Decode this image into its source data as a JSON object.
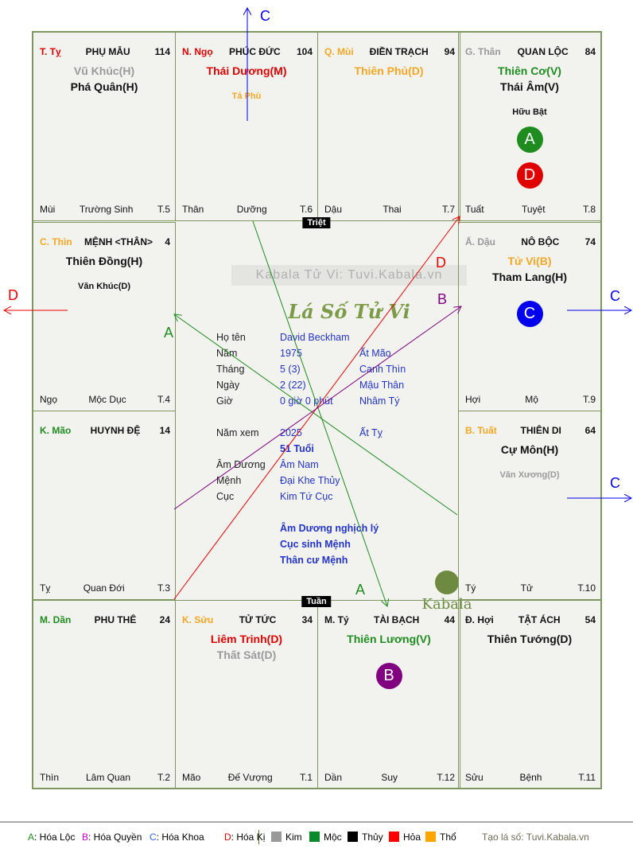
{
  "colors": {
    "red": "#e00000",
    "orange": "#f5a623",
    "green": "#1e8c1e",
    "gray": "#9a9a9a",
    "black": "#111111",
    "blue": "#0000ee",
    "purple": "#800080"
  },
  "palaces": [
    {
      "can": "T. Tỵ",
      "can_color": "red",
      "name": "PHỤ MẪU",
      "num": "114",
      "stars": [
        {
          "t": "Vũ Khúc(H)",
          "c": "gray"
        },
        {
          "t": "Phá Quân(H)",
          "c": "black"
        }
      ],
      "minor": [],
      "badges": [],
      "bottom": [
        "Mùi",
        "Trường Sinh",
        "T.5"
      ]
    },
    {
      "can": "N. Ngọ",
      "can_color": "red",
      "name": "PHÚC ĐỨC",
      "num": "104",
      "stars": [
        {
          "t": "Thái Dương(M)",
          "c": "red"
        }
      ],
      "minor": [
        {
          "t": "Tả Phù",
          "c": "orange"
        }
      ],
      "badges": [],
      "bottom": [
        "Thân",
        "Dưỡng",
        "T.6"
      ]
    },
    {
      "can": "Q. Mùi",
      "can_color": "orange",
      "name": "ĐIỀN TRẠCH",
      "num": "94",
      "stars": [
        {
          "t": "Thiên Phủ(D)",
          "c": "orange"
        }
      ],
      "minor": [],
      "badges": [],
      "bottom": [
        "Dậu",
        "Thai",
        "T.7"
      ]
    },
    {
      "can": "G. Thân",
      "can_color": "gray",
      "name": "QUAN LỘC",
      "num": "84",
      "stars": [
        {
          "t": "Thiên Cơ(V)",
          "c": "green"
        },
        {
          "t": "Thái Âm(V)",
          "c": "black"
        }
      ],
      "minor": [
        {
          "t": "Hữu Bật",
          "c": "black"
        }
      ],
      "badges": [
        {
          "t": "A",
          "c": "green"
        },
        {
          "t": "D",
          "c": "red"
        }
      ],
      "bottom": [
        "Tuất",
        "Tuyệt",
        "T.8"
      ]
    },
    {
      "can": "Ấ. Dậu",
      "can_color": "gray",
      "name": "NÔ BỘC",
      "num": "74",
      "stars": [
        {
          "t": "Tử Vi(B)",
          "c": "orange"
        },
        {
          "t": "Tham Lang(H)",
          "c": "black"
        }
      ],
      "minor": [],
      "badges": [
        {
          "t": "C",
          "c": "blue"
        }
      ],
      "bottom": [
        "Hợi",
        "Mộ",
        "T.9"
      ]
    },
    {
      "can": "B. Tuất",
      "can_color": "orange",
      "name": "THIÊN DI",
      "num": "64",
      "stars": [
        {
          "t": "Cự Môn(H)",
          "c": "black"
        }
      ],
      "minor": [
        {
          "t": "Văn Xương(D)",
          "c": "gray"
        }
      ],
      "badges": [],
      "bottom": [
        "Tý",
        "Tử",
        "T.10"
      ]
    },
    {
      "can": "Đ. Hợi",
      "can_color": "black",
      "name": "TẬT ÁCH",
      "num": "54",
      "stars": [
        {
          "t": "Thiên Tướng(D)",
          "c": "black"
        }
      ],
      "minor": [],
      "badges": [],
      "bottom": [
        "Sửu",
        "Bệnh",
        "T.11"
      ]
    },
    {
      "can": "M. Tý",
      "can_color": "black",
      "name": "TÀI BẠCH",
      "num": "44",
      "stars": [
        {
          "t": "Thiên Lương(V)",
          "c": "green"
        }
      ],
      "minor": [],
      "badges": [
        {
          "t": "B",
          "c": "purple"
        }
      ],
      "bottom": [
        "Dần",
        "Suy",
        "T.12"
      ]
    },
    {
      "can": "K. Sửu",
      "can_color": "orange",
      "name": "TỬ TỨC",
      "num": "34",
      "stars": [
        {
          "t": "Liêm Trinh(D)",
          "c": "red"
        },
        {
          "t": "Thất Sát(D)",
          "c": "gray"
        }
      ],
      "minor": [],
      "badges": [],
      "bottom": [
        "Mão",
        "Đế Vượng",
        "T.1"
      ]
    },
    {
      "can": "M. Dần",
      "can_color": "green",
      "name": "PHU THÊ",
      "num": "24",
      "stars": [],
      "minor": [],
      "badges": [],
      "bottom": [
        "Thìn",
        "Lâm Quan",
        "T.2"
      ]
    },
    {
      "can": "K. Mão",
      "can_color": "green",
      "name": "HUYNH ĐỆ",
      "num": "14",
      "stars": [],
      "minor": [],
      "badges": [],
      "bottom": [
        "Tỵ",
        "Quan Đới",
        "T.3"
      ]
    },
    {
      "can": "C. Thìn",
      "can_color": "orange",
      "name": "MỆNH <THÂN>",
      "num": "4",
      "stars": [
        {
          "t": "Thiên Đồng(H)",
          "c": "black"
        }
      ],
      "minor": [
        {
          "t": "Văn Khúc(D)",
          "c": "black"
        }
      ],
      "badges": [],
      "bottom": [
        "Ngọ",
        "Mộc Dục",
        "T.4"
      ]
    }
  ],
  "center": {
    "banner": "Kabala Tử Vi: Tuvi.Kabala.vn",
    "title": "Lá Số Tử Vi",
    "logo": "Kabala",
    "info": [
      {
        "label": "Họ tên",
        "value": "David Beckham",
        "can_chi": ""
      },
      {
        "label": "Năm",
        "value": "1975",
        "can_chi": "Ất Mão"
      },
      {
        "label": "Tháng",
        "value": "5  (3)",
        "can_chi": "Canh Thìn"
      },
      {
        "label": "Ngày",
        "value": "2  (22)",
        "can_chi": "Mậu Thân"
      },
      {
        "label": "Giờ",
        "value": "0 giờ 0 phút",
        "can_chi": "Nhâm Tý"
      },
      {
        "label": "",
        "value": "",
        "can_chi": ""
      },
      {
        "label": "Năm xem",
        "value": "2025",
        "can_chi": "Ất Tỵ"
      },
      {
        "label": "",
        "value": "51 Tuổi",
        "can_chi": "",
        "bold": true
      },
      {
        "label": "Âm Dương",
        "value": "Âm Nam",
        "can_chi": ""
      },
      {
        "label": "Mệnh",
        "value": "Đại Khe Thủy",
        "can_chi": ""
      },
      {
        "label": "Cục",
        "value": "Kim Tứ Cục",
        "can_chi": ""
      },
      {
        "label": "",
        "value": "",
        "can_chi": ""
      },
      {
        "label": "",
        "value": "Âm Dương nghịch lý",
        "can_chi": "",
        "bold": true
      },
      {
        "label": "",
        "value": "Cục sinh Mệnh",
        "can_chi": "",
        "bold": true
      },
      {
        "label": "",
        "value": "Thân cư Mệnh",
        "can_chi": "",
        "bold": true
      }
    ]
  },
  "tags": {
    "triet": "Triệt",
    "tuan": "Tuần"
  },
  "arrow_labels": {
    "top_c": "C",
    "left_d": "D",
    "right_c1": "C",
    "right_c2": "C",
    "a1": "A",
    "a2": "A",
    "b": "B",
    "d": "D"
  },
  "legend": {
    "hoa": [
      {
        "k": "A",
        "t": ": Hóa Lộc",
        "c": "#1e8c1e"
      },
      {
        "k": "B",
        "t": ": Hóa Quyền",
        "c": "#cc00cc"
      },
      {
        "k": "C",
        "t": ": Hóa Khoa",
        "c": "#3366ff"
      },
      {
        "k": "D",
        "t": ": Hóa Kị",
        "c": "#e00000"
      }
    ],
    "elements": [
      {
        "t": "Kim",
        "c": "#999999"
      },
      {
        "t": "Mộc",
        "c": "#0a8a2a"
      },
      {
        "t": "Thủy",
        "c": "#000000"
      },
      {
        "t": "Hỏa",
        "c": "#ff0000"
      },
      {
        "t": "Thổ",
        "c": "#ffa500"
      }
    ],
    "credit": "Tạo lá số: Tuvi.Kabala.vn"
  }
}
